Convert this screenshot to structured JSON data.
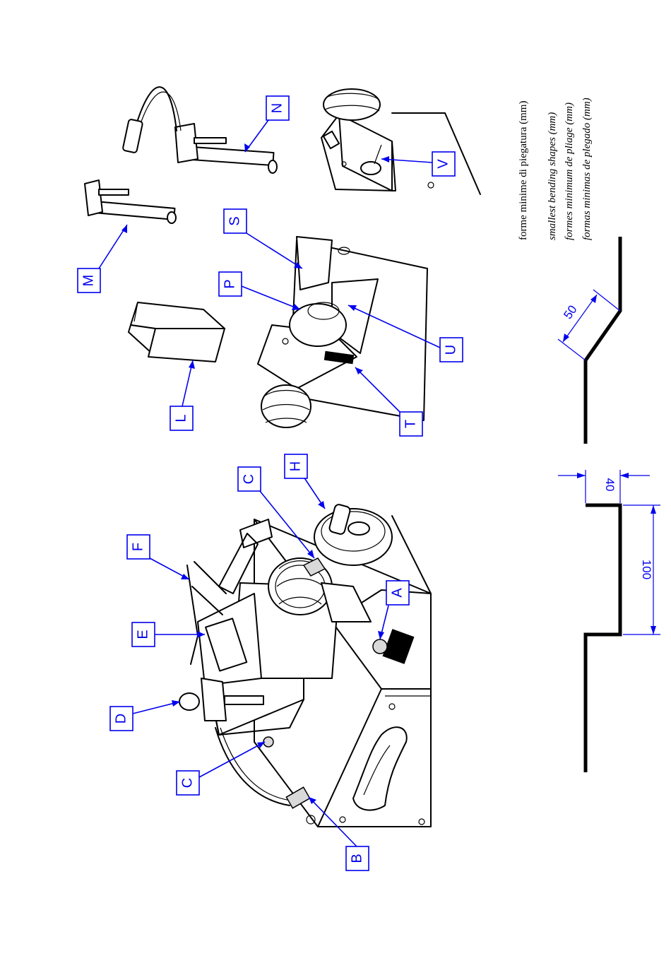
{
  "callouts": {
    "A": "A",
    "B": "B",
    "C1": "C",
    "C2": "C",
    "D": "D",
    "E": "E",
    "F": "F",
    "H": "H",
    "L": "L",
    "M": "M",
    "N": "N",
    "P": "P",
    "S": "S",
    "T": "T",
    "U": "U",
    "V": "V"
  },
  "notes": {
    "it": "forme minime di piegatura (mm)",
    "en": "smallest bending shapes (mm)",
    "fr": "formes minimum de pliage (mm)",
    "es": "formas minimas de plegado (mm)"
  },
  "dimensions": {
    "slope": "50",
    "step_width": "40",
    "step_height": "100"
  },
  "colors": {
    "callout": "#0000ee",
    "ink": "#000000"
  }
}
